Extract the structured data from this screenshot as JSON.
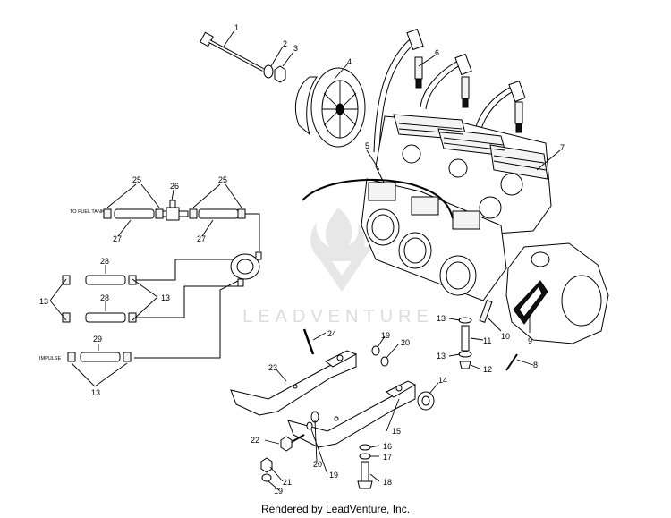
{
  "watermark": {
    "text": "LEADVENTURE"
  },
  "footer": {
    "text": "Rendered by LeadVenture, Inc."
  },
  "annotations": {
    "fuel_tank": "TO FUEL TANK",
    "impulse": "IMPULSE"
  },
  "callouts": [
    {
      "id": "c1",
      "label": "1"
    },
    {
      "id": "c2",
      "label": "2"
    },
    {
      "id": "c3",
      "label": "3"
    },
    {
      "id": "c4",
      "label": "4"
    },
    {
      "id": "c5",
      "label": "5"
    },
    {
      "id": "c6",
      "label": "6"
    },
    {
      "id": "c7",
      "label": "7"
    },
    {
      "id": "c8",
      "label": "8"
    },
    {
      "id": "c9",
      "label": "9"
    },
    {
      "id": "c10",
      "label": "10"
    },
    {
      "id": "c11",
      "label": "11"
    },
    {
      "id": "c12",
      "label": "12"
    },
    {
      "id": "c13a",
      "label": "13"
    },
    {
      "id": "c13b",
      "label": "13"
    },
    {
      "id": "c13c",
      "label": "13"
    },
    {
      "id": "c13d",
      "label": "13"
    },
    {
      "id": "c13e",
      "label": "13"
    },
    {
      "id": "c14",
      "label": "14"
    },
    {
      "id": "c15",
      "label": "15"
    },
    {
      "id": "c16",
      "label": "16"
    },
    {
      "id": "c17",
      "label": "17"
    },
    {
      "id": "c18",
      "label": "18"
    },
    {
      "id": "c19a",
      "label": "19"
    },
    {
      "id": "c19b",
      "label": "19"
    },
    {
      "id": "c19c",
      "label": "19"
    },
    {
      "id": "c20a",
      "label": "20"
    },
    {
      "id": "c20b",
      "label": "20"
    },
    {
      "id": "c21",
      "label": "21"
    },
    {
      "id": "c22",
      "label": "22"
    },
    {
      "id": "c23",
      "label": "23"
    },
    {
      "id": "c24",
      "label": "24"
    },
    {
      "id": "c25a",
      "label": "25"
    },
    {
      "id": "c25b",
      "label": "25"
    },
    {
      "id": "c26",
      "label": "26"
    },
    {
      "id": "c27a",
      "label": "27"
    },
    {
      "id": "c27b",
      "label": "27"
    },
    {
      "id": "c28a",
      "label": "28"
    },
    {
      "id": "c28b",
      "label": "28"
    },
    {
      "id": "c29",
      "label": "29"
    }
  ]
}
